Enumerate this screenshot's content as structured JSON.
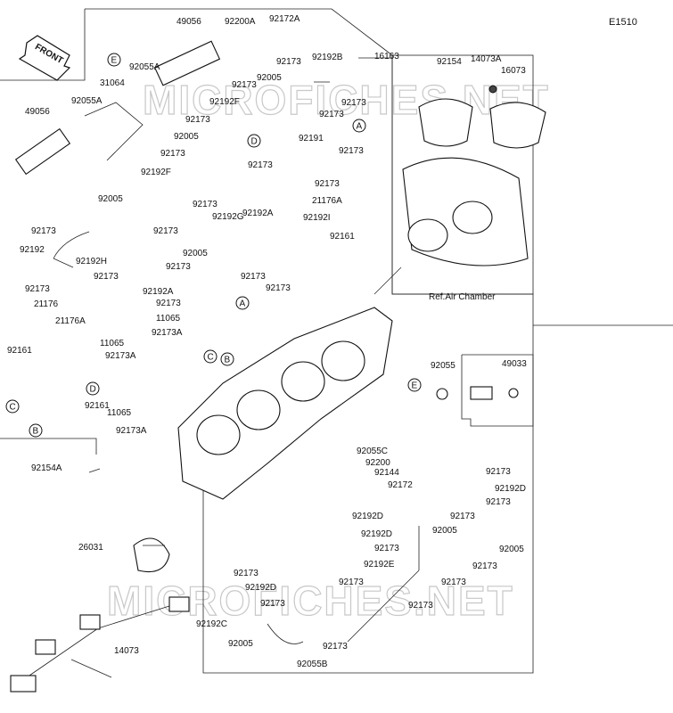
{
  "diagram_code": "E1510",
  "front_arrow_label": "FRONT",
  "watermark": "MICROFICHES.NET",
  "air_chamber_ref": "Ref.Air Chamber",
  "part_labels": [
    "49056",
    "92200A",
    "92172A",
    "16163",
    "92055A",
    "92173",
    "92192B",
    "31064",
    "92005",
    "49056",
    "92055A",
    "92173",
    "92192F",
    "92173",
    "92173",
    "92173",
    "92191",
    "92005",
    "92173",
    "92173",
    "92173",
    "92192F",
    "92173",
    "92173",
    "92192G",
    "21176A",
    "92192A",
    "92005",
    "92192I",
    "92173",
    "92173",
    "92161",
    "92192",
    "92192H",
    "92173",
    "92005",
    "92173",
    "92173",
    "92173",
    "92173",
    "92192A",
    "92173",
    "21176",
    "21176A",
    "11065",
    "92173A",
    "11065",
    "92161",
    "92173A",
    "92161",
    "11065",
    "92173A",
    "92154A",
    "92055C",
    "92200",
    "92144",
    "92172",
    "92173",
    "92192D",
    "92173",
    "92192D",
    "92173",
    "92192D",
    "92005",
    "92173",
    "92005",
    "92173",
    "92192E",
    "92173",
    "92173",
    "92173",
    "92192D",
    "92173",
    "92173",
    "92192C",
    "92005",
    "92173",
    "92055B",
    "26031",
    "14073",
    "92154",
    "14073A",
    "16073",
    "92055",
    "49033"
  ],
  "callouts": [
    "E",
    "D",
    "A",
    "C",
    "B",
    "A",
    "D",
    "C",
    "B",
    "E"
  ]
}
